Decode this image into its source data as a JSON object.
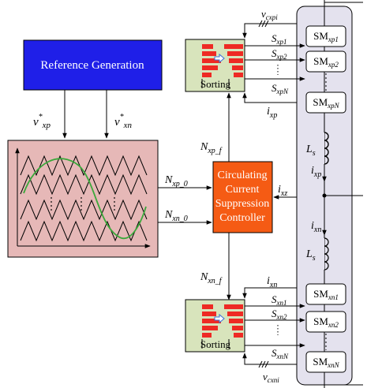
{
  "blocks": {
    "reference": "Reference Generation",
    "controller_lines": [
      "Circulating",
      "Current",
      "Suppression",
      "Controller"
    ],
    "sorting_top": "Sorting",
    "sorting_bottom": "Sorting"
  },
  "signals": {
    "vxp": {
      "base": "v",
      "sup": "*",
      "sub": "xp"
    },
    "vxn": {
      "base": "v",
      "sup": "*",
      "sub": "xn"
    },
    "nxp0": {
      "base": "N",
      "sub": "xp_0"
    },
    "nxn0": {
      "base": "N",
      "sub": "xn_0"
    },
    "nxpf": {
      "base": "N",
      "sub": "xp_f"
    },
    "nxnf": {
      "base": "N",
      "sub": "xn_f"
    },
    "ixz": {
      "base": "i",
      "sub": "xz"
    },
    "vcxpi": {
      "base": "v",
      "sub": "cxpi"
    },
    "vcxni": {
      "base": "v",
      "sub": "cxni"
    },
    "sxp1": {
      "base": "S",
      "sub": "xp1"
    },
    "sxp2": {
      "base": "S",
      "sub": "xp2"
    },
    "sxpN": {
      "base": "S",
      "sub": "xpN"
    },
    "sxn1": {
      "base": "S",
      "sub": "xn1"
    },
    "sxn2": {
      "base": "S",
      "sub": "xn2"
    },
    "sxnN": {
      "base": "S",
      "sub": "xnN"
    },
    "ixp_sort": {
      "base": "i",
      "sub": "xp"
    },
    "ixn_sort": {
      "base": "i",
      "sub": "xn"
    },
    "ixp_arm": {
      "base": "i",
      "sub": "xp"
    },
    "ixn_arm": {
      "base": "i",
      "sub": "xn"
    },
    "ls_top": {
      "base": "L",
      "sub": "s"
    },
    "ls_bottom": {
      "base": "L",
      "sub": "s"
    }
  },
  "modules": {
    "smxp1": {
      "base": "SM",
      "sub": "xp1"
    },
    "smxp2": {
      "base": "SM",
      "sub": "xp2"
    },
    "smxpN": {
      "base": "SM",
      "sub": "xpN"
    },
    "smxn1": {
      "base": "SM",
      "sub": "xn1"
    },
    "smxn2": {
      "base": "SM",
      "sub": "xn2"
    },
    "smxnN": {
      "base": "SM",
      "sub": "xnN"
    }
  },
  "colors": {
    "reference_fill": "#1f1fe8",
    "controller_fill": "#f55b14",
    "pwm_fill": "#e6b8b7",
    "sorting_fill": "#d8e4bc",
    "arm_fill": "#e4e2ee",
    "bar_red": "#ee2a24",
    "arrow_blue": "#3b6fd6",
    "sine_green": "#3aa83a"
  }
}
